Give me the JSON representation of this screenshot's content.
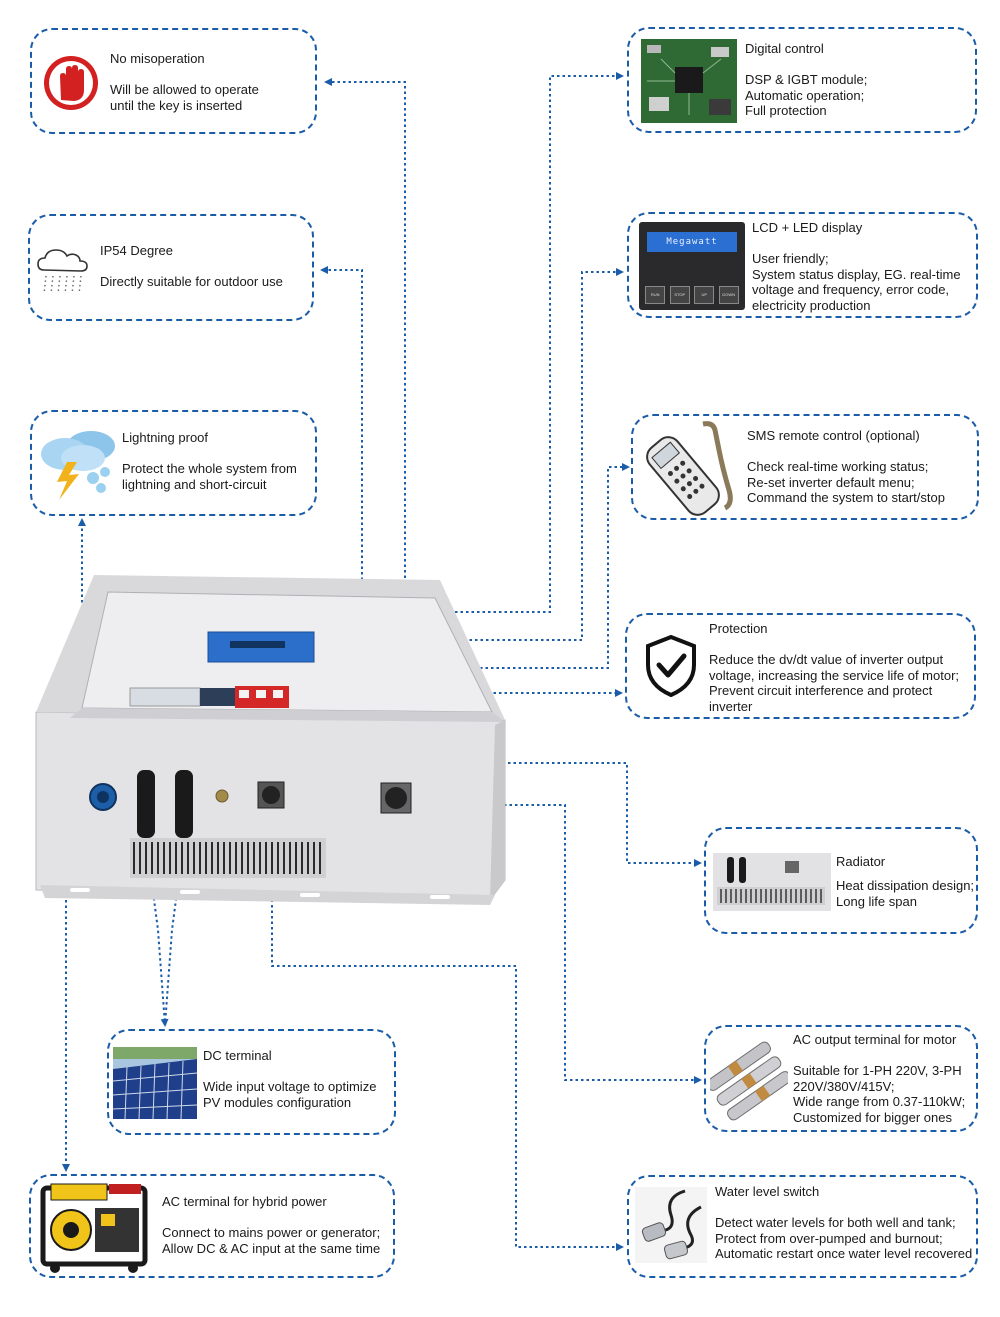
{
  "colors": {
    "dash": "#1a5ca8",
    "arrow": "#1a5ca8",
    "panel": "#e9e9ea",
    "lcd_blue": "#2a6fd1"
  },
  "features": {
    "no_misoperation": {
      "title": "No misoperation",
      "body": "Will be allowed to operate\nuntil the key is inserted",
      "icon": "stop-hand-icon"
    },
    "ip54": {
      "title": "IP54 Degree",
      "body": "Directly suitable for outdoor use",
      "icon": "rain-cloud-icon"
    },
    "lightning": {
      "title": "Lightning proof",
      "body": "Protect the whole system from\nlightning and short-circuit",
      "icon": "lightning-cloud-icon"
    },
    "digital_control": {
      "title": "Digital control",
      "body": "DSP & IGBT module;\nAutomatic operation;\nFull protection",
      "icon": "circuit-board-icon"
    },
    "lcd_led": {
      "title": "LCD + LED display",
      "body": "User friendly;\nSystem status display, EG. real-time\nvoltage and frequency, error code,\nelectricity production",
      "icon": "lcd-panel-icon",
      "screen_text": "Megawatt",
      "keys": [
        "RUN",
        "STOP",
        "UP",
        "DOWN"
      ]
    },
    "sms": {
      "title": "SMS remote control (optional)",
      "body": "Check real-time working status;\nRe-set inverter default menu;\nCommand the system to start/stop",
      "icon": "remote-phone-icon"
    },
    "protection": {
      "title": "Protection",
      "body": "Reduce the dv/dt value of inverter output\nvoltage, increasing the service life of motor;\nPrevent circuit interference and protect\ninverter",
      "icon": "shield-check-icon"
    },
    "radiator": {
      "title": "Radiator",
      "body": "Heat dissipation design;\nLong life span",
      "icon": "radiator-photo-icon"
    },
    "ac_output": {
      "title": "AC output terminal for motor",
      "body": "Suitable for 1-PH 220V, 3-PH\n220V/380V/415V;\nWide range from 0.37-110kW;\nCustomized for bigger ones",
      "icon": "pump-motor-icon"
    },
    "dc_terminal": {
      "title": "DC terminal",
      "body": "Wide input voltage to optimize\nPV modules configuration",
      "icon": "solar-panel-icon"
    },
    "water_level": {
      "title": "Water level switch",
      "body": "Detect water levels for both well and tank;\nProtect from over-pumped and burnout;\nAutomatic restart once water level recovered",
      "icon": "water-sensor-icon"
    },
    "ac_hybrid": {
      "title": "AC terminal for hybrid power",
      "body": "Connect to mains power or generator;\nAllow DC & AC input at the same time",
      "icon": "generator-icon"
    }
  }
}
